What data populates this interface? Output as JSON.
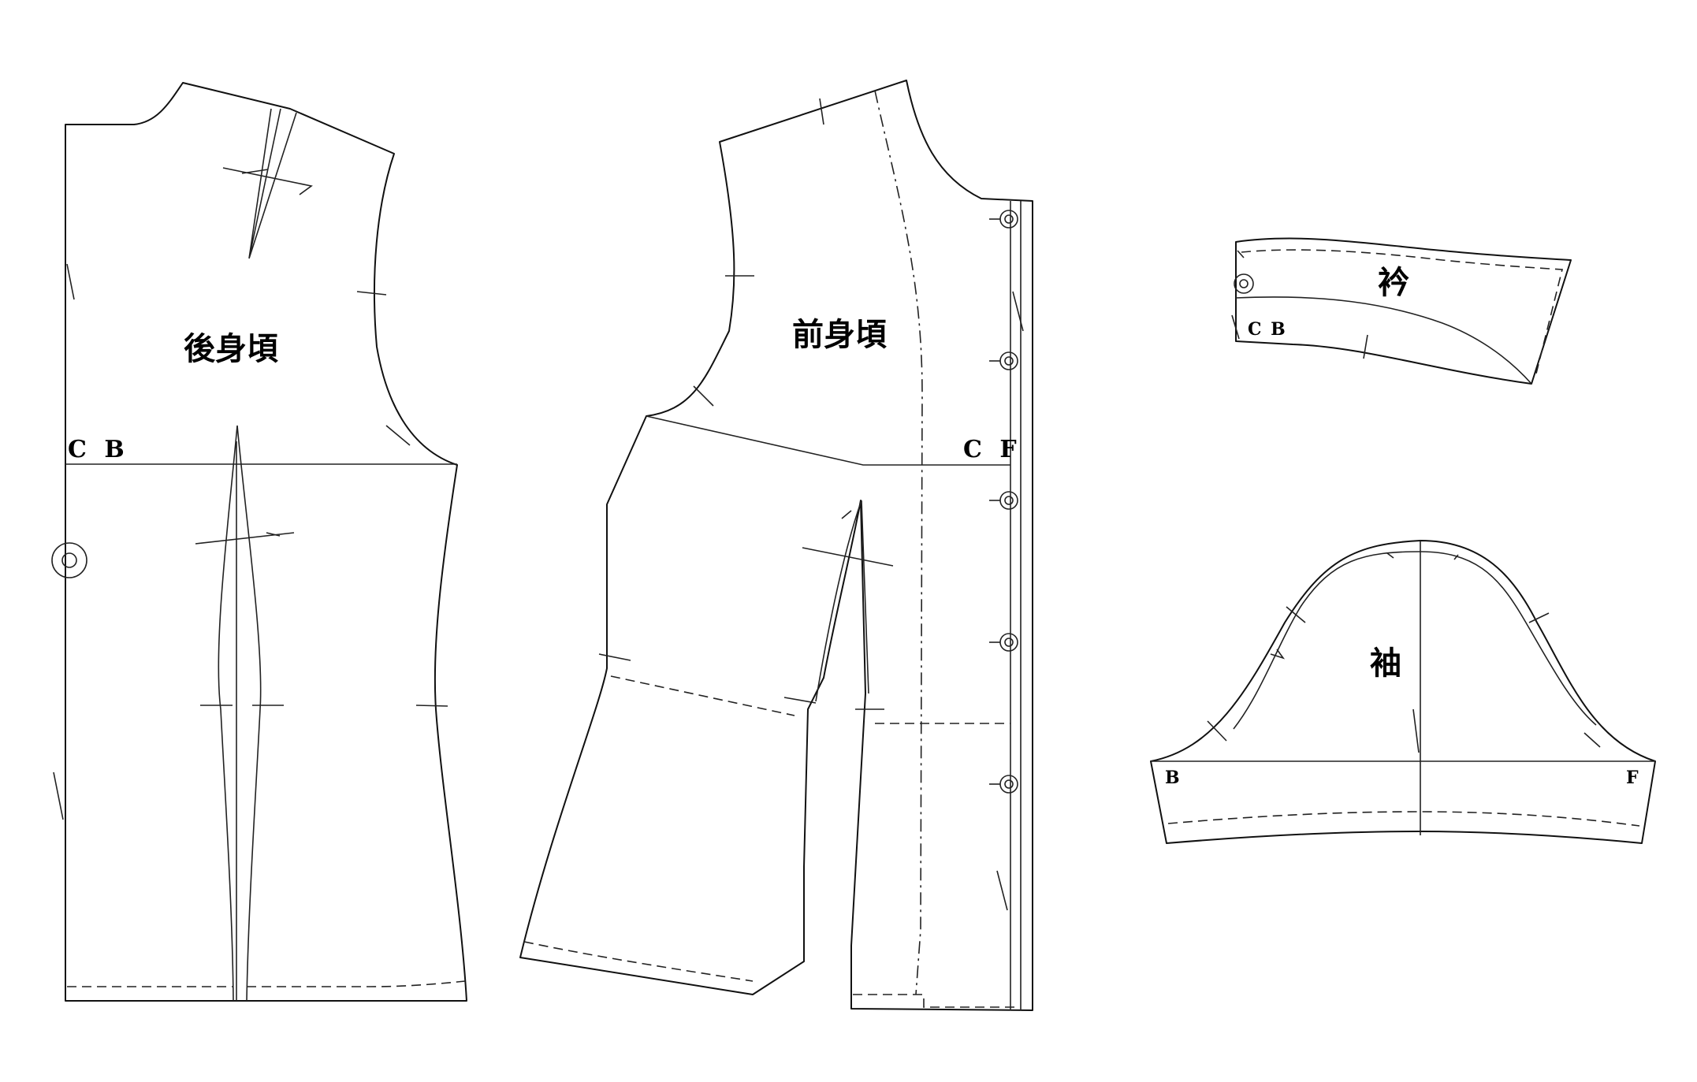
{
  "pieces": {
    "back_bodice": {
      "label": "後身頃",
      "ref": "C B"
    },
    "front_bodice": {
      "label": "前身頃",
      "ref": "C F"
    },
    "collar": {
      "label": "衿",
      "ref": "C B"
    },
    "sleeve": {
      "label": "袖",
      "back_mark": "B",
      "front_mark": "F"
    }
  },
  "colors": {
    "line": "#111111",
    "background": "#ffffff"
  }
}
